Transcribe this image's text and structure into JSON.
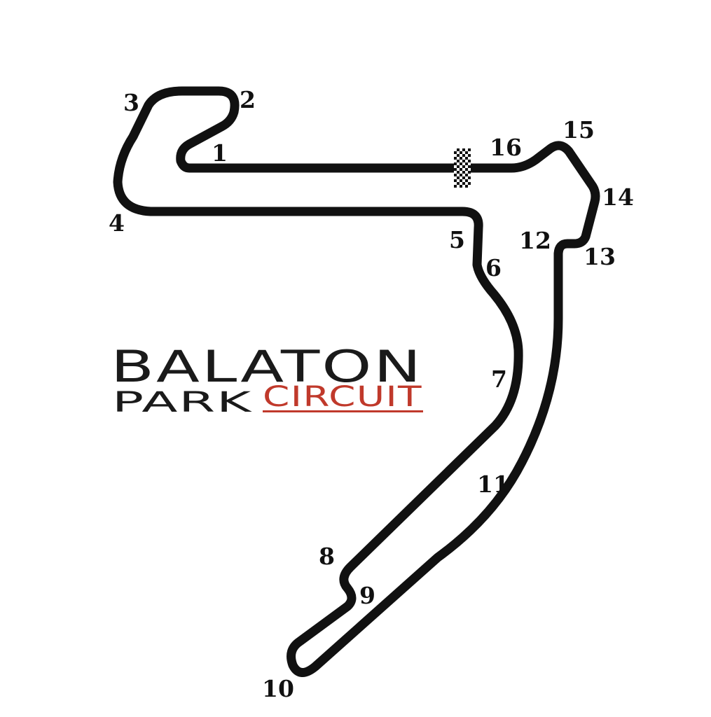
{
  "logo": {
    "line1": "BALATON",
    "line2": "PARK",
    "line3": "CIRCUIT",
    "primary_color": "#1a1a1a",
    "accent_color": "#c0392b"
  },
  "track": {
    "color": "#111111",
    "start_finish_flag": "checkered-flag-icon"
  },
  "turns": [
    "1",
    "2",
    "3",
    "4",
    "5",
    "6",
    "7",
    "8",
    "9",
    "10",
    "11",
    "12",
    "13",
    "14",
    "15",
    "16"
  ]
}
